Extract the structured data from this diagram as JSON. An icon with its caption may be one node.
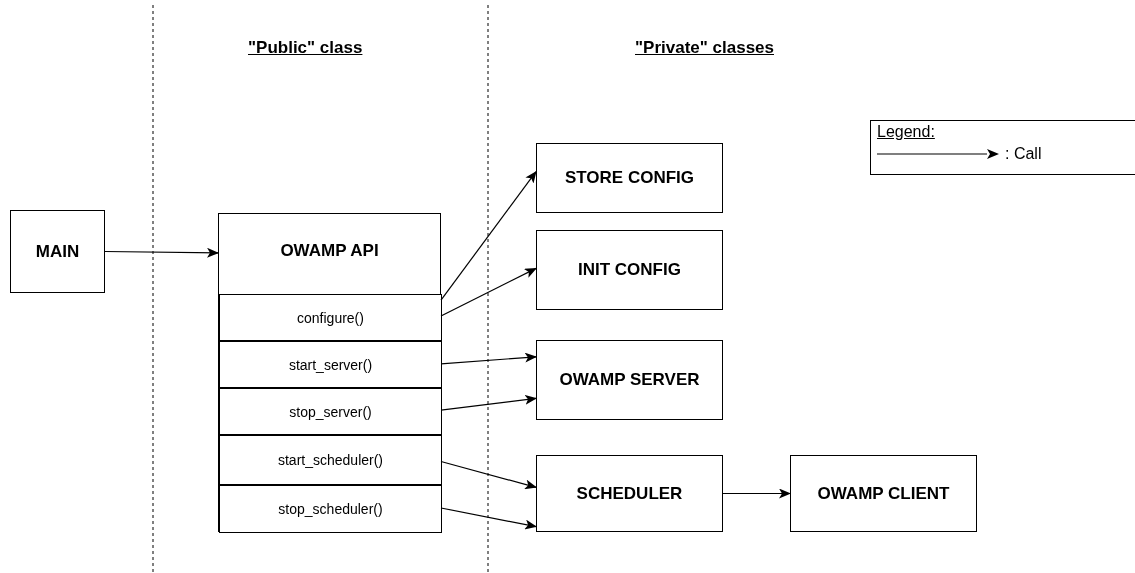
{
  "diagram": {
    "nodes": [
      {
        "text": [
          "MAIN"
        ]
      },
      {
        "text": [
          "OWAMP API"
        ]
      },
      {
        "text": [
          "configure()"
        ],
        "in": 1
      },
      {
        "text": [
          "start_server()"
        ],
        "in": 1
      },
      {
        "text": [
          "stop_server()"
        ],
        "in": 1
      },
      {
        "text": [
          "start_scheduler()"
        ],
        "in": 1
      },
      {
        "text": [
          "stop_scheduler()"
        ],
        "in": 1
      },
      {
        "text": [
          "STORE CONFIG"
        ]
      },
      {
        "text": [
          "INIT CONFIG"
        ]
      },
      {
        "text": [
          "OWAMP SERVER"
        ]
      },
      {
        "text": [
          "SCHEDULER"
        ]
      },
      {
        "text": [
          "OWAMP CLIENT"
        ]
      }
    ],
    "edges": [
      {
        "from": 0,
        "to": 1,
        "arrow": "to"
      },
      {
        "from": 2,
        "to": 7,
        "arrow": "to"
      },
      {
        "from": 2,
        "to": 8,
        "arrow": "to"
      },
      {
        "from": 3,
        "to": 9,
        "arrow": "to"
      },
      {
        "from": 4,
        "to": 9,
        "arrow": "to"
      },
      {
        "from": 5,
        "to": 10,
        "arrow": "to"
      },
      {
        "from": 6,
        "to": 10,
        "arrow": "to"
      },
      {
        "from": 10,
        "to": 11,
        "arrow": "to"
      }
    ],
    "labels": [
      "\"Public\" class",
      "\"Private\" classes",
      "Legend:"
    ],
    "legend": [
      {
        "text": ": Call"
      }
    ]
  }
}
